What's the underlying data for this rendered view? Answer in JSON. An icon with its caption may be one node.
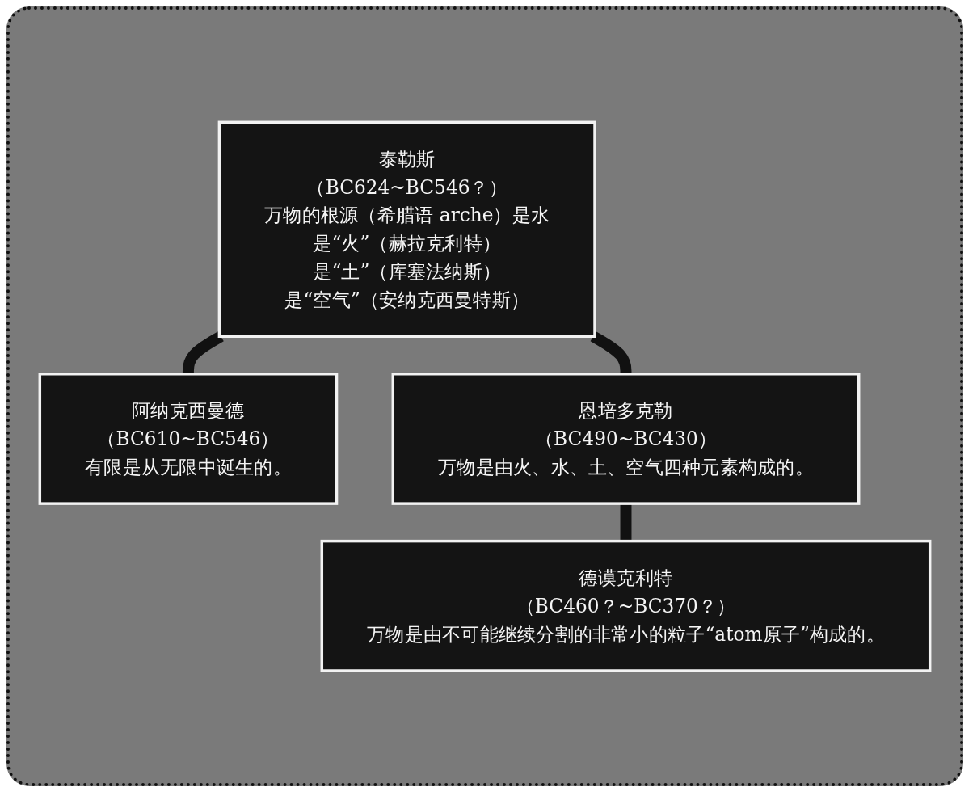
{
  "diagram": {
    "nodes": [
      {
        "text": [
          "泰勒斯",
          "（BC624~BC546？）",
          "万物的根源（希腊语 arche）是水",
          "是“火”（赫拉克利特）",
          "是“土”（库塞法纳斯）",
          "是“空气”（安纳克西曼特斯）"
        ]
      },
      {
        "text": [
          "阿纳克西曼德",
          "（BC610~BC546）",
          "有限是从无限中诞生的。"
        ]
      },
      {
        "text": [
          "恩培多克勒",
          "（BC490~BC430）",
          "万物是由火、水、土、空气四种元素构成的。"
        ]
      },
      {
        "text": [
          "德谟克利特",
          "（BC460？~BC370？）",
          "万物是由不可能继续分割的非常小的粒子“atom原子”构成的。"
        ]
      }
    ],
    "edges": [
      {
        "from": 0,
        "to": 1,
        "arrow": "none"
      },
      {
        "from": 0,
        "to": 2,
        "arrow": "none"
      },
      {
        "from": 2,
        "to": 3,
        "arrow": "none"
      }
    ]
  }
}
